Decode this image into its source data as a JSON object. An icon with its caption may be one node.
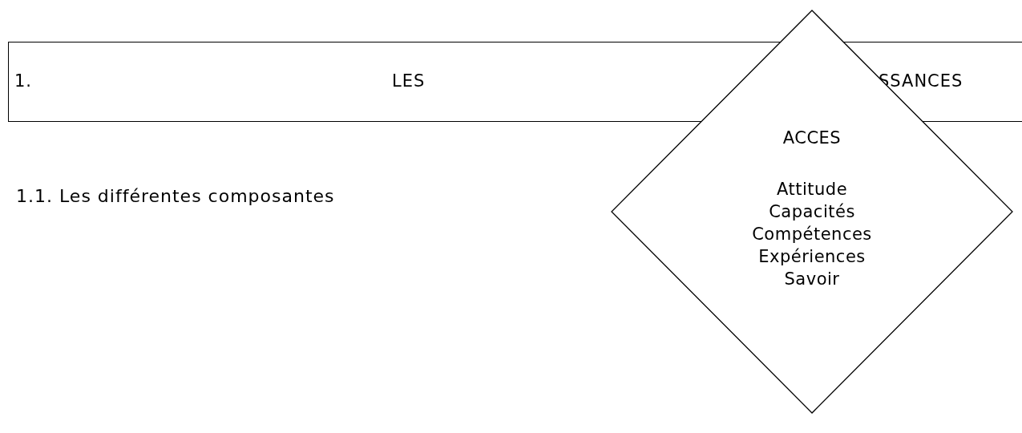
{
  "diagram": {
    "nodes": [
      {
        "text": [
          "1.",
          "LES",
          "SSANCES"
        ]
      },
      {
        "text": [
          "ACCES",
          "Attitude",
          "Capacités",
          "Compétences",
          "Expériences",
          "Savoir"
        ]
      }
    ],
    "edges": [],
    "labels": [
      "1.1. Les différentes composantes"
    ]
  }
}
